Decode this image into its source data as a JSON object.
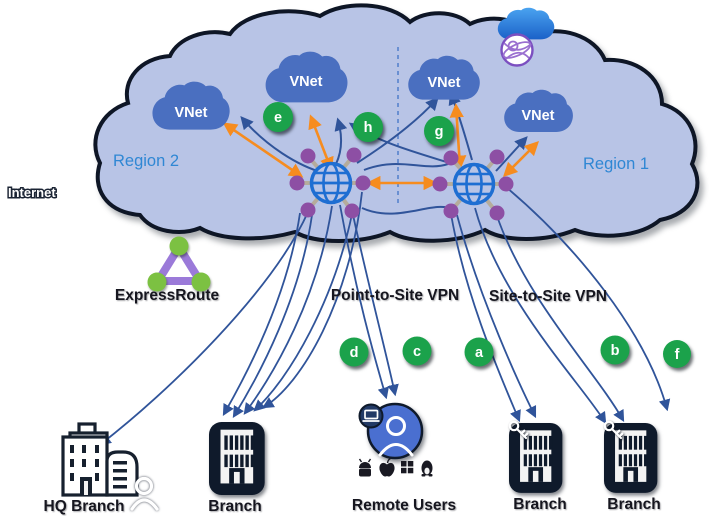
{
  "labels": {
    "internet": "Internet",
    "region_left": "Region 2",
    "region_right": "Region 1",
    "expressroute": "ExpressRoute",
    "point_to_site_vpn": "Point-to-Site VPN",
    "site_to_site_vpn": "Site-to-Site VPN"
  },
  "vnets": [
    {
      "label": "VNet"
    },
    {
      "label": "VNet"
    },
    {
      "label": "VNet"
    },
    {
      "label": "VNet"
    }
  ],
  "step_badges": [
    {
      "letter": "e"
    },
    {
      "letter": "h"
    },
    {
      "letter": "g"
    },
    {
      "letter": "d"
    },
    {
      "letter": "c"
    },
    {
      "letter": "a"
    },
    {
      "letter": "b"
    },
    {
      "letter": "f"
    }
  ],
  "sites": [
    {
      "label": "HQ Branch"
    },
    {
      "label": "Branch"
    },
    {
      "label": "Remote Users",
      "os_icons": [
        "android-icon",
        "apple-icon",
        "windows-icon",
        "linux-icon"
      ]
    },
    {
      "label": "Branch"
    },
    {
      "label": "Branch"
    }
  ],
  "icons": {
    "virtual_hub": "globe-with-purple-nodes",
    "virtual_wan": "blue-cloud-with-globe",
    "vnet": "blue-cloud",
    "expressroute": "purple-triangle-green-nodes",
    "remote_user": "person-in-blue-circle",
    "laptop_badge": "laptop-icon",
    "key": "key-icon",
    "sync_arrow": "curved-arrow-icon",
    "person": "person-outline-icon"
  },
  "colors": {
    "cloud_fill": "#b8c4e6",
    "cloud_outline": "#0e1626",
    "vnet_blue": "#4a6fc0",
    "hub_blue": "#1e6ed2",
    "dot_purple": "#8d4fa4",
    "spoke_tan": "#b5ac9c",
    "badge_green": "#1ba24b",
    "orange": "#f68c1f",
    "line_blue": "#30549a",
    "divider_blue": "#4a79c9",
    "region_text": "#2f87d4",
    "dark_text": "#16161f",
    "er_purple": "#9b7ad9",
    "er_green": "#7cc142",
    "wan_globe_purple": "#7b4fc0",
    "user_blue": "#4a6fd0",
    "badge_dark_blue": "#223a66",
    "building_dark": "#0f1a2b",
    "building_white": "#f3f3f3"
  }
}
